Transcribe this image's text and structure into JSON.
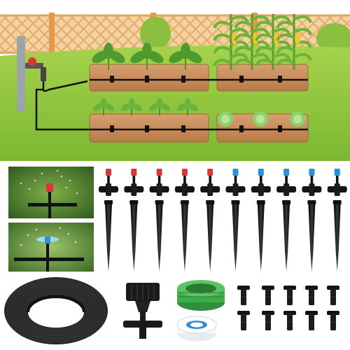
{
  "scene": {
    "top_illustration": "garden-beds-drip-irrigation-layout",
    "photos": [
      "misting-emitter-photo",
      "spray-emitter-photo"
    ],
    "parts": {
      "emitter_caps": {
        "red_count": 5,
        "blue_count": 5
      },
      "stakes_count": 10,
      "tee_connectors_count": 10,
      "end_plugs_count": 10,
      "tubing_coil": 1,
      "faucet_adapter": 1,
      "thread_adapter": 1,
      "ptfe_tape": 1
    },
    "colors": {
      "sky": "#ffffff",
      "grass": "#8cc43a",
      "soil": "#c98d5a",
      "fence": "#e9b06e",
      "red_cap": "#d9363a",
      "blue_cap": "#2d8fd6",
      "tube": "#1a1a1a",
      "green_adapter": "#3fae49"
    }
  }
}
